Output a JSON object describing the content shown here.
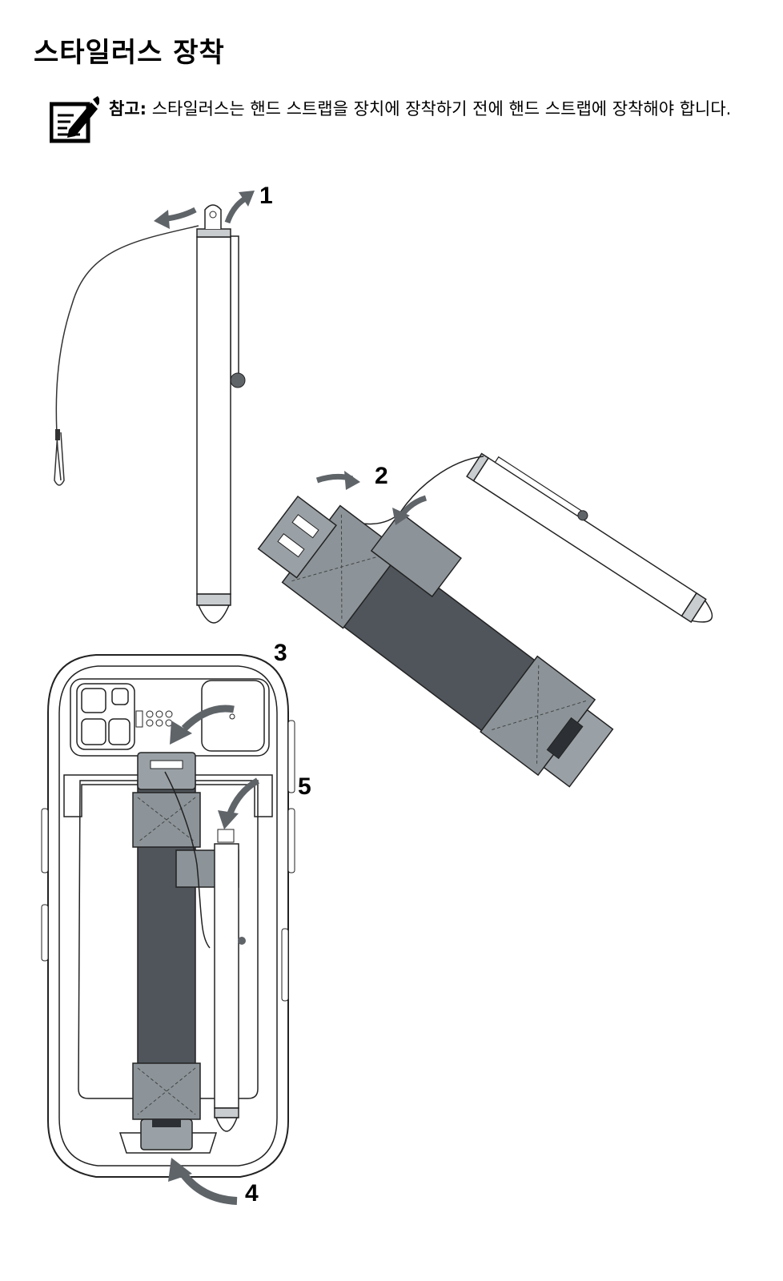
{
  "title": "스타일러스 장착",
  "note": {
    "label": "참고:",
    "text": " 스타일러스는 핸드 스트랩을 장치에 장착하기 전에 핸드 스트랩에 장착해야 합니다.",
    "icon": "note-pencil-icon"
  },
  "figure": {
    "steps": [
      "1",
      "2",
      "3",
      "4",
      "5"
    ],
    "colors": {
      "strap_dark": "#4f555b",
      "strap_light": "#8c9499",
      "arrow": "#5f6469",
      "outline": "#222222"
    }
  }
}
